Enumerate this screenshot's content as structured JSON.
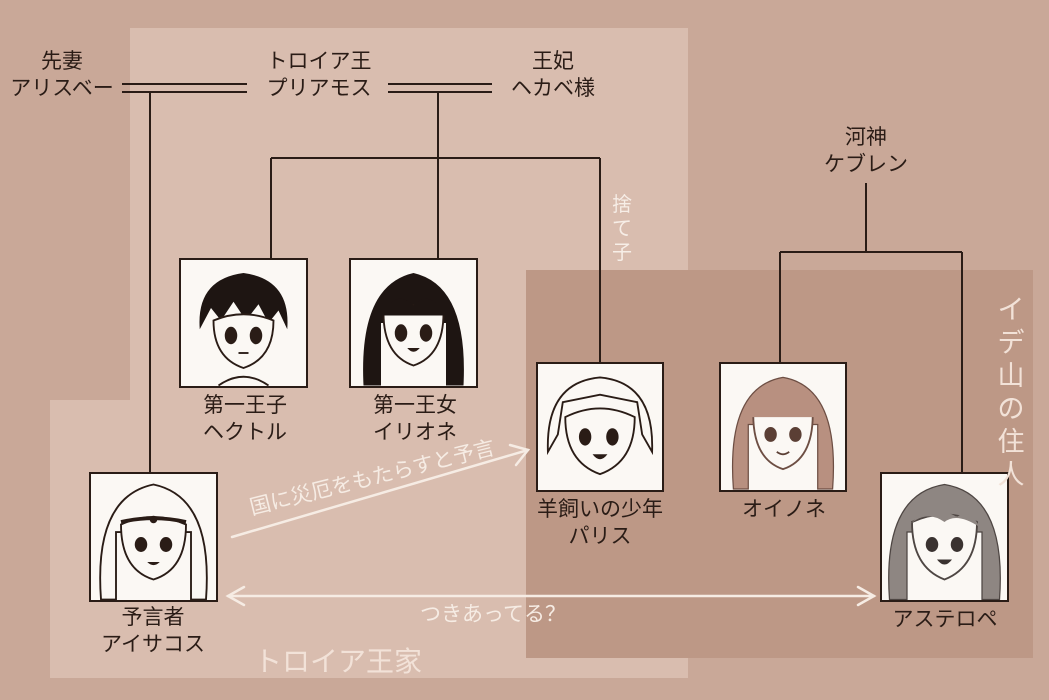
{
  "colors": {
    "background": "#c9a898",
    "troy_region": "#d9bdaf",
    "ide_region": "#bd9886",
    "line": "#2a1c16",
    "annotation": "#f6ece4"
  },
  "labels": {
    "first_wife": [
      "先妻",
      "アリスベー"
    ],
    "priam": [
      "トロイア王",
      "プリアモス"
    ],
    "hecuba": [
      "王妃",
      "ヘカベ様"
    ],
    "river_god": [
      "河神",
      "ケブレン"
    ],
    "hector": [
      "第一王子",
      "ヘクトル"
    ],
    "ilione": [
      "第一王女",
      "イリオネ"
    ],
    "paris": [
      "羊飼いの少年",
      "パリス"
    ],
    "oenone": [
      "オイノネ"
    ],
    "aesacus": [
      "予言者",
      "アイサコス"
    ],
    "asterope": [
      "アステロペ"
    ]
  },
  "annotations": {
    "abandoned_child": "捨て子",
    "prophecy": "国に災厄をもたらすと予言",
    "dating": "つきあってる？",
    "troy_royal_house": "トロイア王家",
    "ide_residents": "イデ山の住人"
  },
  "portraits": [
    "hector",
    "ilione",
    "paris",
    "oenone",
    "aesacus",
    "asterope"
  ]
}
